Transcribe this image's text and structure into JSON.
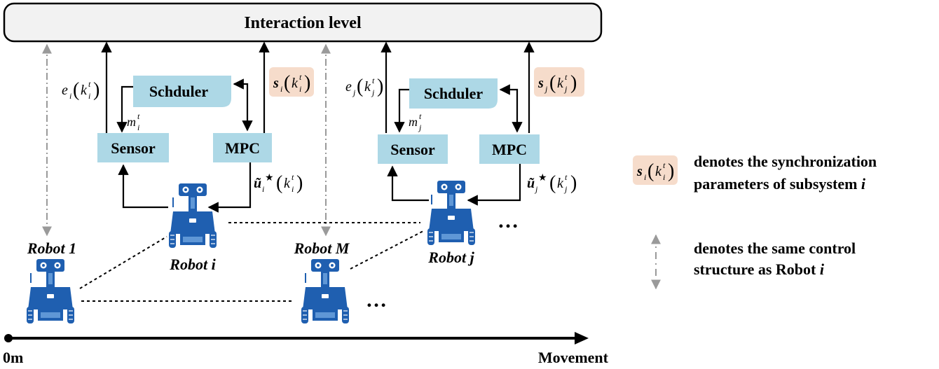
{
  "interaction_level": {
    "label": "Interaction level"
  },
  "subsystem_i": {
    "scheduler": "Schduler",
    "sensor": "Sensor",
    "mpc": "MPC",
    "error_signal": {
      "base": "e",
      "sub": "i",
      "arg_base": "k",
      "arg_sup": "t",
      "arg_sub": "i"
    },
    "sync_param": {
      "base": "s",
      "sub": "i",
      "arg_base": "k",
      "arg_sup": "t",
      "arg_sub": "i"
    },
    "mode_signal": {
      "base": "m",
      "sup": "t",
      "sub": "i"
    },
    "control_input": {
      "base": "ũ",
      "sub": "i",
      "star": "★",
      "arg_base": "k",
      "arg_sup": "t",
      "arg_sub": "i"
    },
    "robot_label": "Robot i"
  },
  "subsystem_j": {
    "scheduler": "Schduler",
    "sensor": "Sensor",
    "mpc": "MPC",
    "error_signal": {
      "base": "e",
      "sub": "j",
      "arg_base": "k",
      "arg_sup": "t",
      "arg_sub": "j"
    },
    "sync_param": {
      "base": "s",
      "sub": "j",
      "arg_base": "k",
      "arg_sup": "t",
      "arg_sub": "j"
    },
    "mode_signal": {
      "base": "m",
      "sup": "t",
      "sub": "j"
    },
    "control_input": {
      "base": "ũ",
      "sub": "j",
      "star": "★",
      "arg_base": "k",
      "arg_sup": "t",
      "arg_sub": "j"
    },
    "robot_label": "Robot j"
  },
  "robots": {
    "robot_1": "Robot 1",
    "robot_m": "Robot M"
  },
  "ellipsis": "…",
  "axis": {
    "origin": "0m",
    "end": "Movement"
  },
  "legend": {
    "sync_symbol": {
      "base": "s",
      "sub": "i",
      "arg_base": "k",
      "arg_sup": "t",
      "arg_sub": "i"
    },
    "sync_text_line1": "denotes the synchronization",
    "sync_text_line2_prefix": "parameters of subsystem ",
    "sync_text_line2_var": "i",
    "same_text_line1": "denotes the same control",
    "same_text_line2_prefix": "structure as Robot ",
    "same_text_line2_var": "i"
  },
  "colors": {
    "block_fill": "#add8e6",
    "sync_fill": "#f6dccb",
    "robot_blue": "#1f5fb0",
    "robot_light": "#5f97d6",
    "interaction_fill": "#f2f2f2",
    "dashdot_gray": "#9a9a9a"
  }
}
